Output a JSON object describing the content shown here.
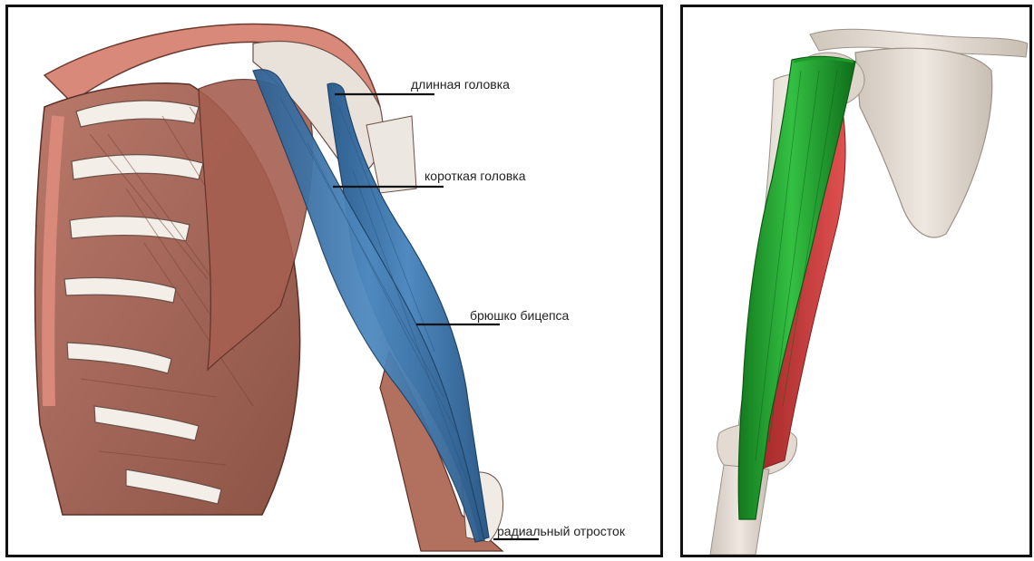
{
  "labels": {
    "long_head": "длинная головка",
    "short_head": "короткая головка",
    "belly": "брюшко бицепса",
    "radial": "радиальный отросток"
  },
  "colors": {
    "biceps_left": "#3f78ad",
    "biceps_right": "#1e9a2a",
    "brachialis": "#c93b3b",
    "muscle": "#a86a5a",
    "bone": "#e6dfd6",
    "pointer": "#111111"
  }
}
